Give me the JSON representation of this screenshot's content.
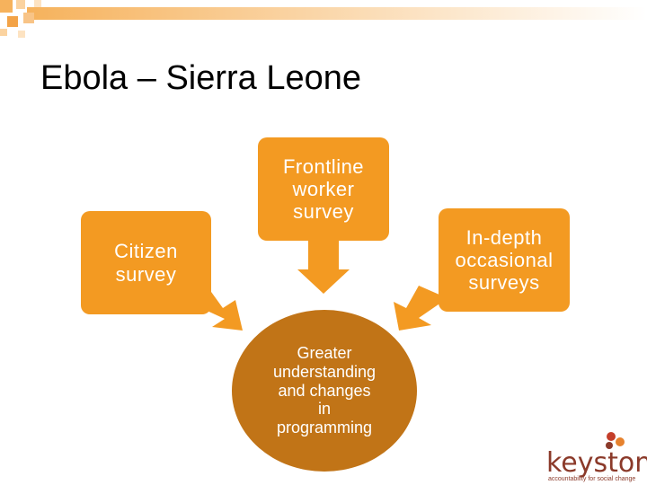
{
  "title": "Ebola – Sierra Leone",
  "boxes": {
    "frontline": "Frontline\nworker\nsurvey",
    "citizen": "Citizen\nsurvey",
    "indepth": "In-depth\noccasional\nsurveys"
  },
  "outcome": "Greater\nunderstanding\nand changes\nin\nprogramming",
  "logo": {
    "name": "keystone",
    "tagline": "accountability for social change"
  },
  "colors": {
    "box": "#f39a22",
    "outcome": "#c17417",
    "logo": "#8b3a2a"
  }
}
